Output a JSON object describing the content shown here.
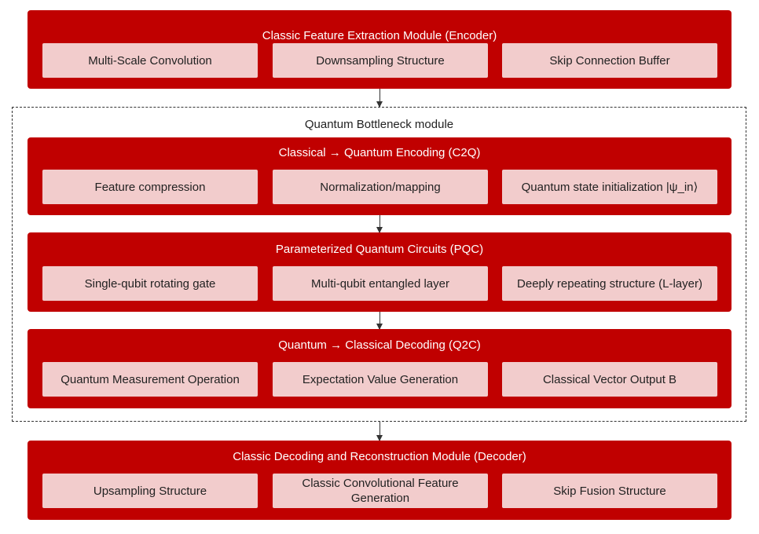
{
  "group": {
    "label": "Quantum Bottleneck module"
  },
  "modules": [
    {
      "title": "Classic Feature Extraction Module (Encoder)",
      "boxes": [
        "Multi-Scale Convolution",
        "Downsampling Structure",
        "Skip Connection Buffer"
      ]
    },
    {
      "title": "Classical → Quantum Encoding (C2Q)",
      "boxes": [
        "Feature compression",
        "Normalization/mapping",
        "Quantum state initialization |ψ_in⟩"
      ]
    },
    {
      "title": "Parameterized Quantum Circuits (PQC)",
      "boxes": [
        "Single-qubit rotating gate",
        "Multi-qubit entangled layer",
        "Deeply repeating structure (L-layer)"
      ]
    },
    {
      "title": "Quantum → Classical Decoding (Q2C)",
      "boxes": [
        "Quantum Measurement Operation",
        "Expectation Value Generation",
        "Classical Vector Output B"
      ]
    },
    {
      "title": "Classic Decoding and Reconstruction Module (Decoder)",
      "boxes": [
        "Upsampling Structure",
        "Classic Convolutional Feature Generation",
        "Skip Fusion Structure"
      ]
    }
  ],
  "colors": {
    "module_fill": "#c00000",
    "box_fill": "#f2cccc",
    "arrow": "#333333"
  }
}
